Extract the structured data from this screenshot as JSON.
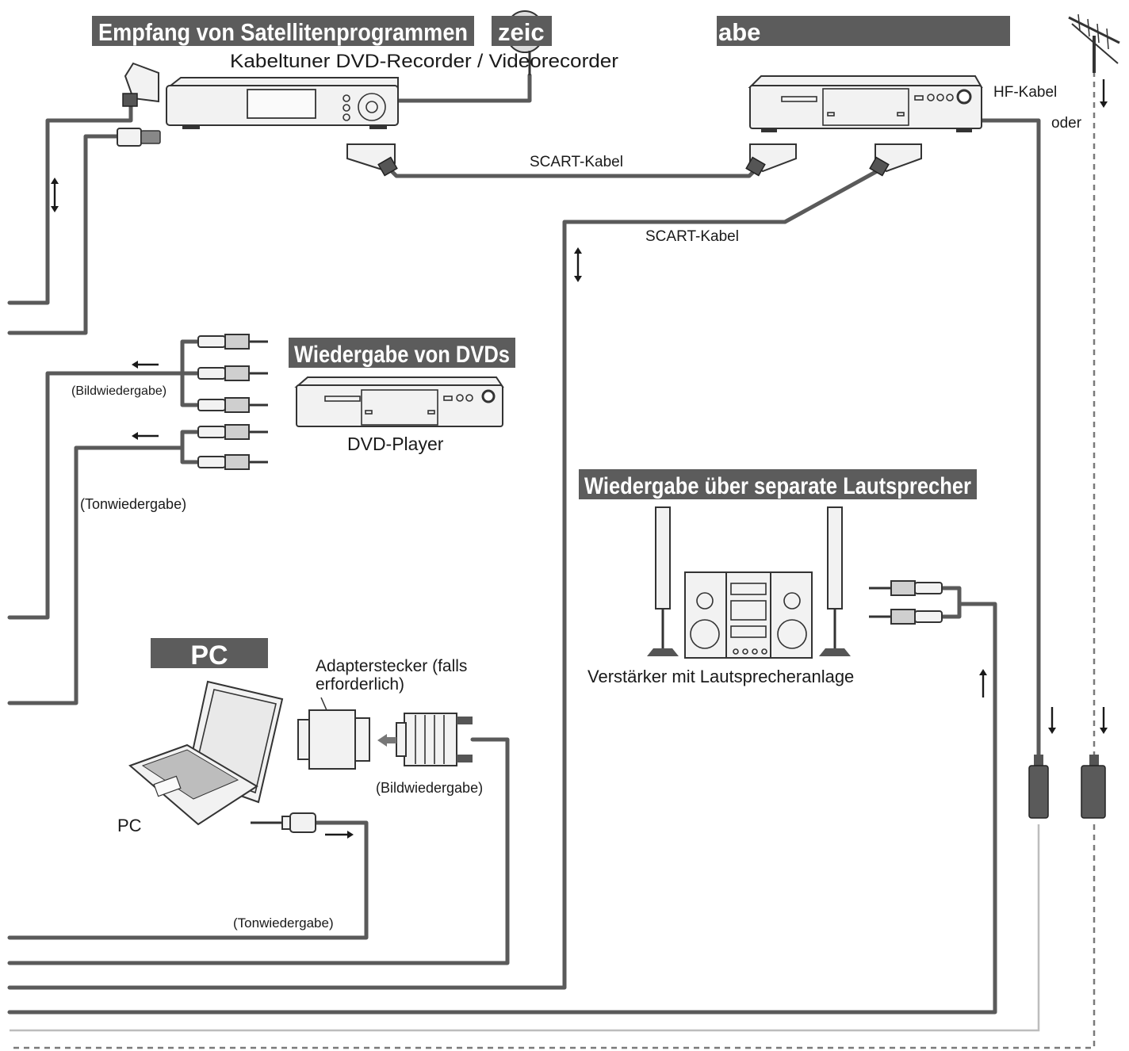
{
  "headers": {
    "satellite": "Empfang von Satellitenprogrammen",
    "partial_left": "zeic",
    "partial_right": "abe",
    "dvd": "Wiedergabe von DVDs",
    "speakers": "Wiedergabe über separate Lautsprecher",
    "pc": "PC"
  },
  "labels": {
    "recorder": "Kabeltuner DVD-Recorder / Videorecorder",
    "hf_cable": "HF-Kabel",
    "oder": "oder",
    "scart_top": "SCART-Kabel",
    "scart_mid": "SCART-Kabel",
    "dvd_player": "DVD-Player",
    "bild_dvd": "(Bildwiedergabe)",
    "ton_dvd": "(Tonwiedergabe)",
    "amplifier": "Verstärker mit Lautsprecheranlage",
    "adapter_line1": "Adapterstecker (falls",
    "adapter_line2": "erforderlich)",
    "bild_pc": "(Bildwiedergabe)",
    "pc_label": "PC",
    "ton_pc": "(Tonwiedergabe)"
  }
}
